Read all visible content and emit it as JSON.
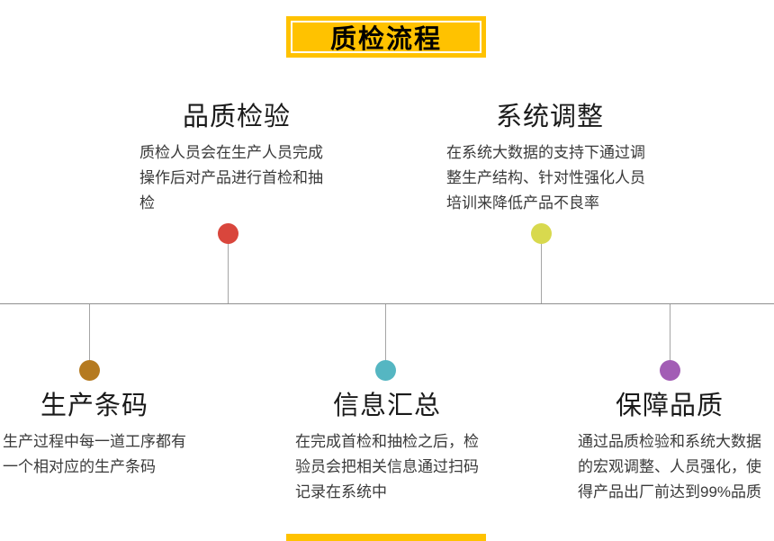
{
  "header": {
    "title": "质检流程",
    "box_color": "#ffc200",
    "text_color": "#000000"
  },
  "timeline": {
    "line_color": "#909090"
  },
  "nodes": [
    {
      "id": "quality-inspection",
      "side": "top",
      "title": "品质检验",
      "description": "质检人员会在生产人员完成操作后对产品进行首检和抽检",
      "dot_color": "#d9463c"
    },
    {
      "id": "system-adjustment",
      "side": "top",
      "title": "系统调整",
      "description": "在系统大数据的支持下通过调整生产结构、针对性强化人员培训来降低产品不良率",
      "dot_color": "#d8d94e"
    },
    {
      "id": "production-barcode",
      "side": "bottom",
      "title": "生产条码",
      "description": "生产过程中每一道工序都有一个相对应的生产条码",
      "dot_color": "#b57a20"
    },
    {
      "id": "information-summary",
      "side": "bottom",
      "title": "信息汇总",
      "description": "在完成首检和抽检之后，检验员会把相关信息通过扫码记录在系统中",
      "dot_color": "#55b6c2"
    },
    {
      "id": "quality-assurance",
      "side": "bottom",
      "title": "保障品质",
      "description": "通过品质检验和系统大数据的宏观调整、人员强化，使得产品出厂前达到99%品质",
      "dot_color": "#a25db5"
    }
  ],
  "footer": {
    "partial_box_color": "#ffc200"
  }
}
